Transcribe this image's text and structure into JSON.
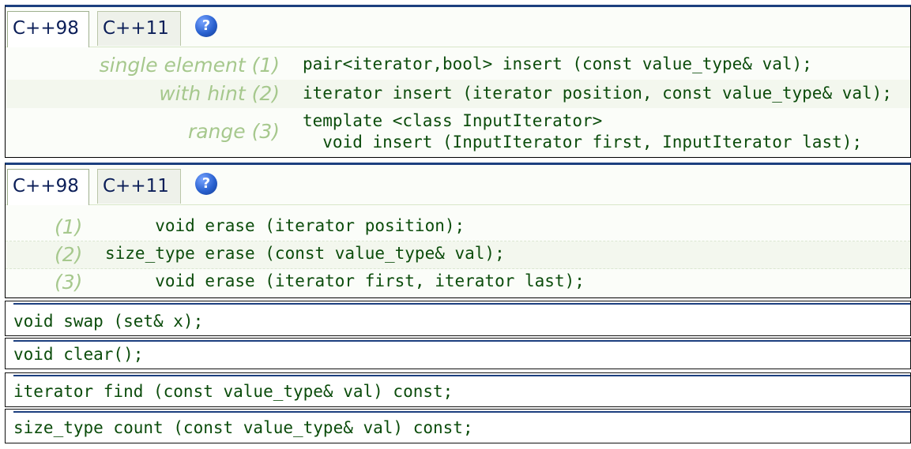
{
  "insert_block": {
    "tabs": [
      "C++98",
      "C++11"
    ],
    "active_tab": "C++98",
    "help": "?",
    "rows": [
      {
        "label": "single element (1)",
        "code": "pair<iterator,bool> insert (const value_type& val);"
      },
      {
        "label": "with hint (2)",
        "code": "iterator insert (iterator position, const value_type& val);"
      },
      {
        "label": "range (3)",
        "code_line1": "template <class InputIterator>",
        "code_line2": "  void insert (InputIterator first, InputIterator last);"
      }
    ]
  },
  "erase_block": {
    "tabs": [
      "C++98",
      "C++11"
    ],
    "active_tab": "C++98",
    "help": "?",
    "rows": [
      {
        "label": "(1)",
        "code": "     void erase (iterator position);"
      },
      {
        "label": "(2)",
        "code": "size_type erase (const value_type& val);"
      },
      {
        "label": "(3)",
        "code": "     void erase (iterator first, iterator last);"
      }
    ]
  },
  "swap": "void swap (set& x);",
  "clear": "void clear();",
  "find": "iterator find (const value_type& val) const;",
  "count": "size_type count (const value_type& val) const;",
  "colors": {
    "border_blue": "#1c3f7f",
    "code_green": "#0b4c0b",
    "label_green": "#a6c88d",
    "row_alt": "#f3f7ee",
    "help_blue": "#2a62d0"
  },
  "icons": [
    "help-icon"
  ]
}
